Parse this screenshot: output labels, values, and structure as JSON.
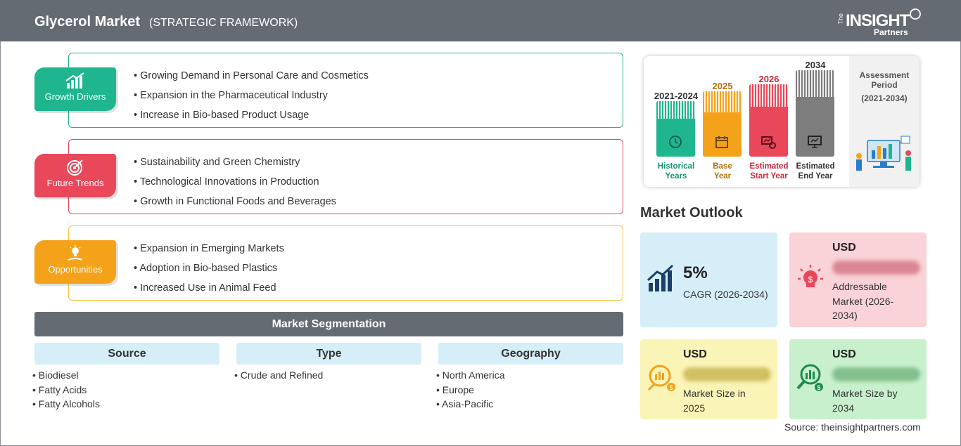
{
  "header": {
    "title": "Glycerol Market",
    "subtitle": "(STRATEGIC FRAMEWORK)",
    "logo": {
      "the": "The",
      "insight": "INSIGHT",
      "partners": "Partners"
    }
  },
  "framework": {
    "growth_drivers": {
      "label": "Growth Drivers",
      "color": "#1fb58f",
      "items": [
        "Growing Demand in Personal Care and Cosmetics",
        "Expansion in the Pharmaceutical Industry",
        "Increase in Bio-based Product Usage"
      ]
    },
    "future_trends": {
      "label": "Future Trends",
      "color": "#e8485a",
      "items": [
        "Sustainability and Green Chemistry",
        "Technological Innovations in Production",
        "Growth in Functional Foods and Beverages"
      ]
    },
    "opportunities": {
      "label": "Opportunities",
      "color": "#f5a21b",
      "items": [
        "Expansion in Emerging Markets",
        "Adoption in Bio-based Plastics",
        "Increased Use in Animal Feed"
      ]
    }
  },
  "segmentation": {
    "title": "Market Segmentation",
    "columns": [
      {
        "title": "Source",
        "items": [
          "Biodiesel",
          "Fatty Acids",
          "Fatty Alcohols"
        ]
      },
      {
        "title": "Type",
        "items": [
          "Crude and Refined"
        ]
      },
      {
        "title": "Geography",
        "items": [
          "North America",
          "Europe",
          "Asia-Pacific"
        ]
      }
    ]
  },
  "timeline": {
    "bars": [
      {
        "year": "2021-2024",
        "label_1": "Historical",
        "label_2": "Years",
        "color": "#1fb58f",
        "year_color": "#11956f"
      },
      {
        "year": "2025",
        "label_1": "Base",
        "label_2": "Year",
        "color": "#f5a21b",
        "year_color": "#b0700a"
      },
      {
        "year": "2026",
        "label_1": "Estimated",
        "label_2": "Start Year",
        "color": "#e8485a",
        "year_color": "#c8283a"
      },
      {
        "year": "2034",
        "label_1": "Estimated",
        "label_2": "End Year",
        "color": "#7d7d7d",
        "year_color": "#333333"
      }
    ],
    "assessment": {
      "title_1": "Assessment",
      "title_2": "Period",
      "period": "(2021-2034)"
    }
  },
  "outlook": {
    "title": "Market Outlook",
    "cagr": {
      "value": "5%",
      "label": "CAGR (2026-2034)",
      "color": "#d6eef8"
    },
    "addressable": {
      "currency": "USD",
      "label_1": "Addressable",
      "label_2": "Market (2026-",
      "label_3": "2034)",
      "color": "#f9d3d8"
    },
    "size_2025": {
      "currency": "USD",
      "label_1": "Market Size in",
      "label_2": "2025",
      "color": "#fbf4b7"
    },
    "size_2034": {
      "currency": "USD",
      "label_1": "Market Size by",
      "label_2": "2034",
      "color": "#c8f0cd"
    }
  },
  "source": "Source: theinsightpartners.com"
}
